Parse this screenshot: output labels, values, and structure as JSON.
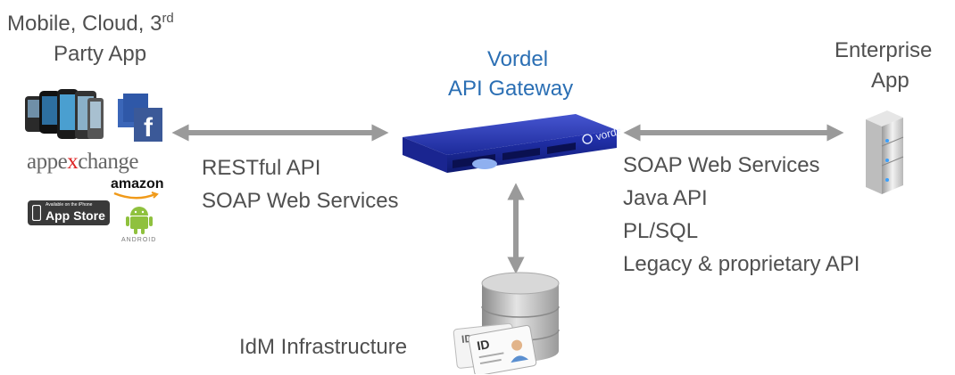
{
  "client": {
    "title_line1_text": "Mobile, Cloud, 3",
    "title_line1_sup": "rd",
    "title_line2": "Party App",
    "logos": {
      "appexchange_pre": "appe",
      "appexchange_x": "x",
      "appexchange_post": "change",
      "amazon": "amazon",
      "appstore_small": "Available on the iPhone",
      "appstore": "App Store",
      "android": "ANDROID",
      "facebook": "f"
    }
  },
  "gateway": {
    "title_line1": "Vordel",
    "title_line2": "API Gateway",
    "device_brand": "vordel"
  },
  "enterprise": {
    "title_line1": "Enterprise",
    "title_line2": "App"
  },
  "left_protocols": [
    "RESTful API",
    "SOAP Web Services"
  ],
  "right_protocols": [
    "SOAP Web Services",
    "Java API",
    "PL/SQL",
    "Legacy & proprietary API"
  ],
  "idm": {
    "label": "IdM Infrastructure",
    "card_text": "ID"
  },
  "colors": {
    "accent_blue": "#2b6fb4",
    "text_gray": "#505050",
    "arrow_gray": "#9a9a9a",
    "appliance_blue": "#1f2fa8"
  }
}
